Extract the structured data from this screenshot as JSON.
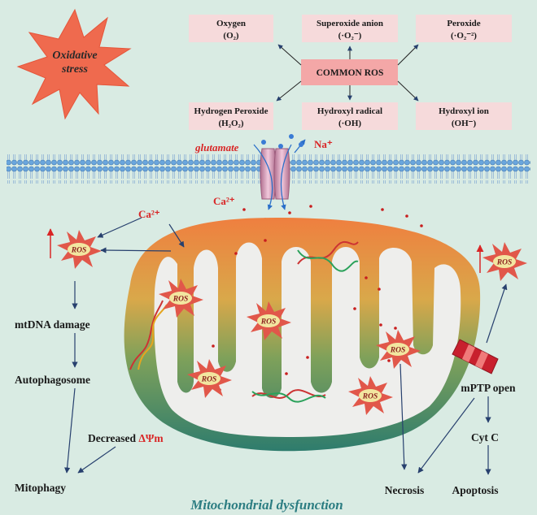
{
  "stress_label": [
    "Oxidative",
    "stress"
  ],
  "ros_center": "COMMON ROS",
  "ros_species": [
    {
      "name": "Oxygen",
      "formula": "(O₂)"
    },
    {
      "name": "Superoxide anion",
      "formula": "(·O₂⁻)"
    },
    {
      "name": "Peroxide",
      "formula": "(·O₂⁻²)"
    },
    {
      "name": "Hydrogen Peroxide",
      "formula": "(H₂O₂)"
    },
    {
      "name": "Hydroxyl radical",
      "formula": "(·OH)"
    },
    {
      "name": "Hydroxyl ion",
      "formula": "(OH⁻)"
    }
  ],
  "ion_labels": {
    "glutamate": "glutamate",
    "sodium": "Na⁺",
    "calcium_entry": "Ca²⁺",
    "calcium_left": "Ca²⁺"
  },
  "ros_label": "ROS",
  "pathway_left": [
    "mtDNA damage",
    "Autophagosome",
    "Mitophagy"
  ],
  "membrane_potential": {
    "prefix": "Decreased ",
    "symbol": "ΔΨm"
  },
  "pathway_right": {
    "pore": "mPTP open",
    "cyt": "Cyt C",
    "apoptosis": "Apoptosis",
    "necrosis": "Necrosis"
  },
  "caption": "Mitochondrial dysfunction",
  "colors": {
    "background": "#d9ebe3",
    "ros_box": "#f6dadb",
    "ros_center": "#f4a7a7",
    "star": "#ef6a4e",
    "ros_star": "#e1574a",
    "arrow": "#27406e",
    "red_text": "#d92626",
    "caption": "#2c7d82"
  }
}
